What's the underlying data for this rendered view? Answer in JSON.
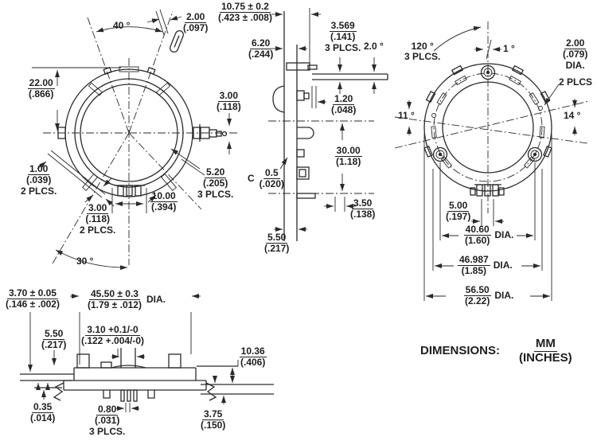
{
  "front_view": {
    "angle_top": "40 °",
    "angle_bottom": "30 °",
    "index_slot": {
      "mm": "2.00",
      "in": "(.097)"
    },
    "height_22": {
      "mm": "22.00",
      "in": "(.866)"
    },
    "slot_1": {
      "mm": "1.00",
      "in": "(.039)",
      "note": "2 PLCS."
    },
    "slot_3": {
      "mm": "3.00",
      "in": "(.118)",
      "note": "2 PLCS."
    },
    "term_span": {
      "mm": "10.00",
      "in": "(.394)"
    },
    "shaft_3": {
      "mm": "3.00",
      "in": "(.118)"
    },
    "slot_5_2": {
      "mm": "5.20",
      "in": "(.205)",
      "note": "3 PLCS."
    }
  },
  "side_view": {
    "depth_10_75": {
      "mm": "10.75 ± 0.2",
      "in": "(.423 ± .008)"
    },
    "depth_6_2": {
      "mm": "6.20",
      "in": "(.244)"
    },
    "lead_3_569": {
      "mm": "3.569",
      "in": "(.141)",
      "note": "3 PLCS."
    },
    "lead_angle": "2.0 °",
    "lead_1_2": {
      "mm": "1.20",
      "in": "(.048)"
    },
    "chamfer": {
      "prefix": "C",
      "mm": "0.5",
      "in": "(.020)"
    },
    "span_30": {
      "mm": "30.00",
      "in": "(1.18)"
    },
    "offset_3_5": {
      "mm": "3.50",
      "in": "(.138)"
    },
    "depth_5_5": {
      "mm": "5.50",
      "in": "(.217)"
    }
  },
  "back_view": {
    "angle_120": {
      "text": "120 °",
      "note": "3 PLCS."
    },
    "angle_1": "1 °",
    "hole_2": {
      "mm": "2.00",
      "in": "(.079)",
      "note": "DIA.",
      "note2": "2 PLCS"
    },
    "angle_11": "11 °",
    "angle_14": "14 °",
    "pitch_5": {
      "mm": "5.00",
      "in": "(.197)"
    },
    "dia_40_6": {
      "mm": "40.60",
      "in": "(1.60)",
      "suffix": "DIA."
    },
    "dia_46_987": {
      "mm": "46.987",
      "in": "(1.85)",
      "suffix": "DIA."
    },
    "dia_56_5": {
      "mm": "56.50",
      "in": "(2.22)",
      "suffix": "DIA."
    }
  },
  "bottom_view": {
    "height_3_7": {
      "mm": "3.70 ± 0.05",
      "in": "(.146 ± .002)"
    },
    "dia_45_5": {
      "mm": "45.50 ± 0.3",
      "in": "(1.79 ± .012)",
      "suffix": "DIA."
    },
    "height_5_5": {
      "mm": "5.50",
      "in": "(.217)"
    },
    "slot_3_1": {
      "mm": "3.10 +0.1/-0",
      "in": "(.122 +.004/-0)"
    },
    "height_10_36": {
      "mm": "10.36",
      "in": "(.406)"
    },
    "gap_0_35": {
      "mm": "0.35",
      "in": "(.014)"
    },
    "pin_0_8": {
      "mm": "0.80",
      "in": "(.031)",
      "note": "3 PLCS."
    },
    "standoff_3_75": {
      "mm": "3.75",
      "in": "(.150)"
    }
  },
  "units": {
    "label": "DIMENSIONS:",
    "mm": "MM",
    "inches": "(INCHES)"
  }
}
